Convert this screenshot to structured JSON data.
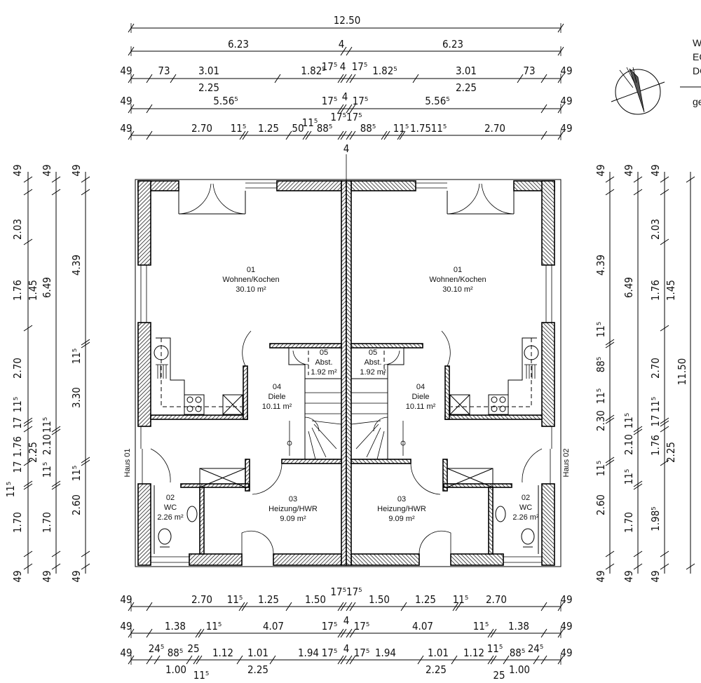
{
  "legend": {
    "line1": "W",
    "line2": "EC",
    "line3": "DC",
    "line4": "ge"
  },
  "north_arrow": {
    "icon": "north-arrow-icon"
  },
  "houses": {
    "left": "Haus 01",
    "right": "Haus 02"
  },
  "rooms": {
    "left": [
      {
        "num": "01",
        "name": "Wohnen/Kochen",
        "area": "30.10 m²"
      },
      {
        "num": "02",
        "name": "WC",
        "area": "2.26 m²"
      },
      {
        "num": "03",
        "name": "Heizung/HWR",
        "area": "9.09 m²"
      },
      {
        "num": "04",
        "name": "Diele",
        "area": "10.11 m²"
      },
      {
        "num": "05",
        "name": "Abst.",
        "area": "1.92 m²"
      }
    ],
    "right": [
      {
        "num": "01",
        "name": "Wohnen/Kochen",
        "area": "30.10 m²"
      },
      {
        "num": "02",
        "name": "WC",
        "area": "2.26 m²"
      },
      {
        "num": "03",
        "name": "Heizung/HWR",
        "area": "9.09 m²"
      },
      {
        "num": "04",
        "name": "Diele",
        "area": "10.11 m²"
      },
      {
        "num": "05",
        "name": "Abst.",
        "area": "1.92 m²"
      }
    ]
  },
  "dims": {
    "top": [
      [
        "12.50"
      ],
      [
        "6.23",
        "4",
        "6.23"
      ],
      [
        "49",
        "73",
        "3.01",
        "2.25",
        "1.82⁵",
        "17⁵",
        "4",
        "17⁵",
        "1.82⁵",
        "3.01",
        "2.25",
        "73",
        "49"
      ],
      [
        "49",
        "5.56⁵",
        "17⁵",
        "4",
        "17⁵",
        "5.56⁵",
        "49"
      ],
      [
        "49",
        "2.70",
        "11⁵",
        "1.25",
        "50",
        "11⁵",
        "88⁵",
        "17⁵17⁵",
        "88⁵",
        "11⁵",
        "1.75",
        "11⁵",
        "2.70",
        "49",
        "4"
      ]
    ],
    "bottom": [
      [
        "49",
        "2.70",
        "11⁵",
        "1.25",
        "1.50",
        "17⁵17⁵",
        "1.50",
        "1.25",
        "11⁵",
        "2.70",
        "49"
      ],
      [
        "49",
        "1.38",
        "11⁵",
        "4.07",
        "17⁵",
        "4",
        "17⁵",
        "4.07",
        "11⁵",
        "1.38",
        "49"
      ],
      [
        "49",
        "24⁵",
        "88⁵",
        "25",
        "1.12",
        "1.01",
        "1.94",
        "17⁵",
        "4",
        "17⁵",
        "1.94",
        "1.01",
        "1.12",
        "11⁵",
        "88⁵",
        "24⁵",
        "49",
        "1.00",
        "11⁵",
        "2.25",
        "2.25",
        "25",
        "1.00"
      ]
    ],
    "left": [
      [
        "49",
        "2.03",
        "1.76",
        "1.45",
        "2.70",
        "11⁵",
        "17",
        "1.76",
        "2.25",
        "17",
        "11⁵",
        "1.70",
        "49"
      ],
      [
        "49",
        "6.49",
        "11⁵",
        "2.10",
        "11⁵",
        "1.70",
        "49"
      ],
      [
        "49",
        "4.39",
        "11⁵",
        "3.30",
        "11⁵",
        "2.60",
        "49"
      ]
    ],
    "right": [
      [
        "49",
        "4.39",
        "11⁵",
        "88⁵",
        "11⁵",
        "2.30",
        "11⁵",
        "2.60",
        "49"
      ],
      [
        "49",
        "6.49",
        "11⁵",
        "2.10",
        "11⁵",
        "1.70",
        "49"
      ],
      [
        "49",
        "2.03",
        "1.76",
        "1.45",
        "2.70",
        "11⁵",
        "17",
        "1.76",
        "2.25",
        "1.98⁵",
        "49"
      ],
      [
        "11.50"
      ]
    ]
  }
}
